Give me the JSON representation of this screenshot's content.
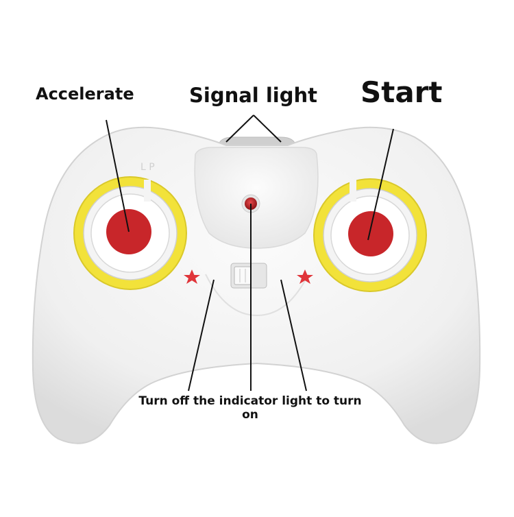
{
  "labels": {
    "accelerate": "Accelerate",
    "signal_light": "Signal light",
    "start": "Start",
    "caption": "Turn off the indicator light to turn on"
  },
  "colors": {
    "background": "#ffffff",
    "body": "#f4f4f4",
    "body_shade": "#e2e2e2",
    "ring": "#f2e23a",
    "button_red": "#c8262a",
    "star_red": "#e0353a",
    "leader": "#111111"
  },
  "icons": {
    "signal_light": "red-led-icon",
    "stars": "star-icon",
    "switch": "power-switch-icon"
  }
}
